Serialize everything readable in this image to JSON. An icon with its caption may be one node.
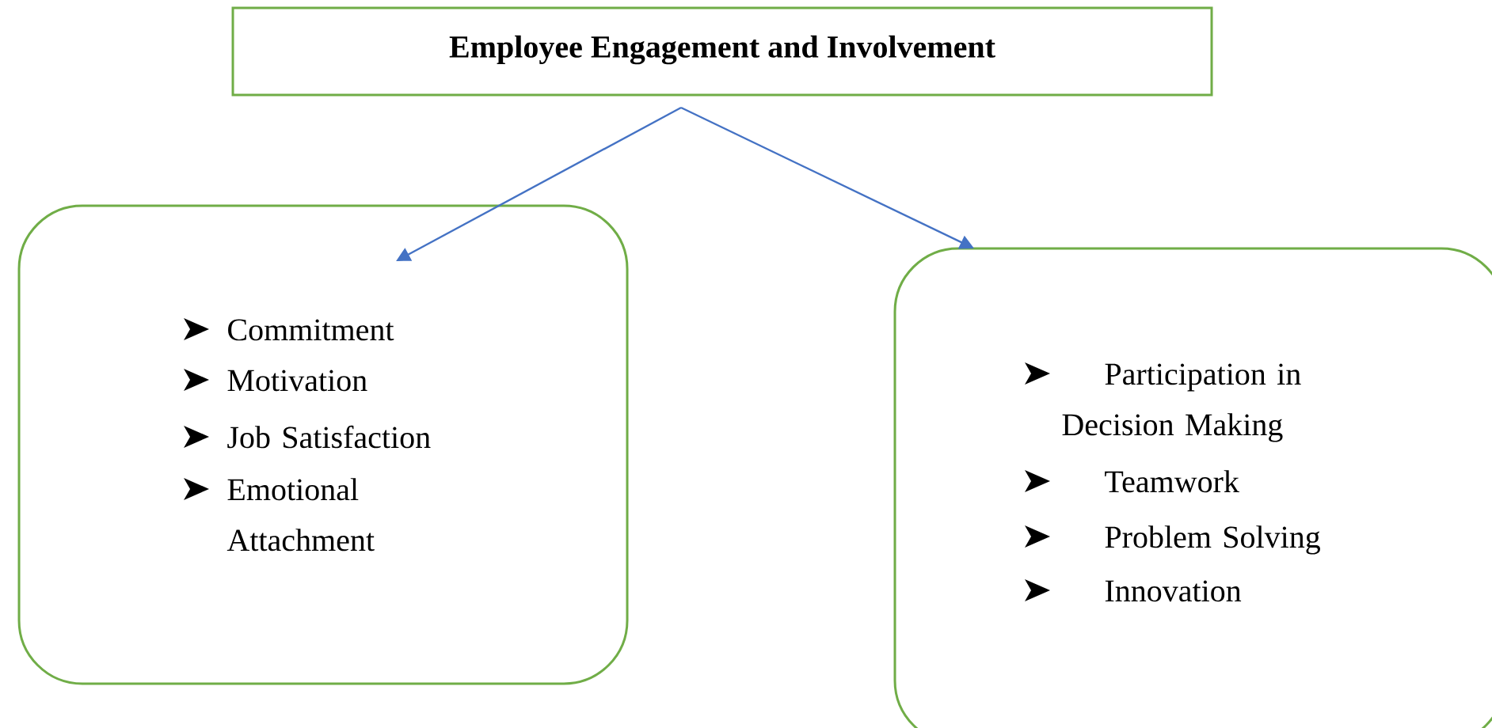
{
  "diagram": {
    "nodes": [
      {
        "text": [
          "Employee Engagement and Involvement"
        ]
      },
      {
        "text": [
          "Commitment",
          "Motivation",
          "Job Satisfaction",
          "Emotional Attachment"
        ]
      },
      {
        "text": [
          "Participation in Decision Making",
          "Teamwork",
          "Problem Solving",
          "Innovation"
        ]
      }
    ],
    "edges": [
      {
        "from": 0,
        "to": 1,
        "arrow": "to"
      },
      {
        "from": 0,
        "to": 2,
        "arrow": "to"
      }
    ]
  }
}
